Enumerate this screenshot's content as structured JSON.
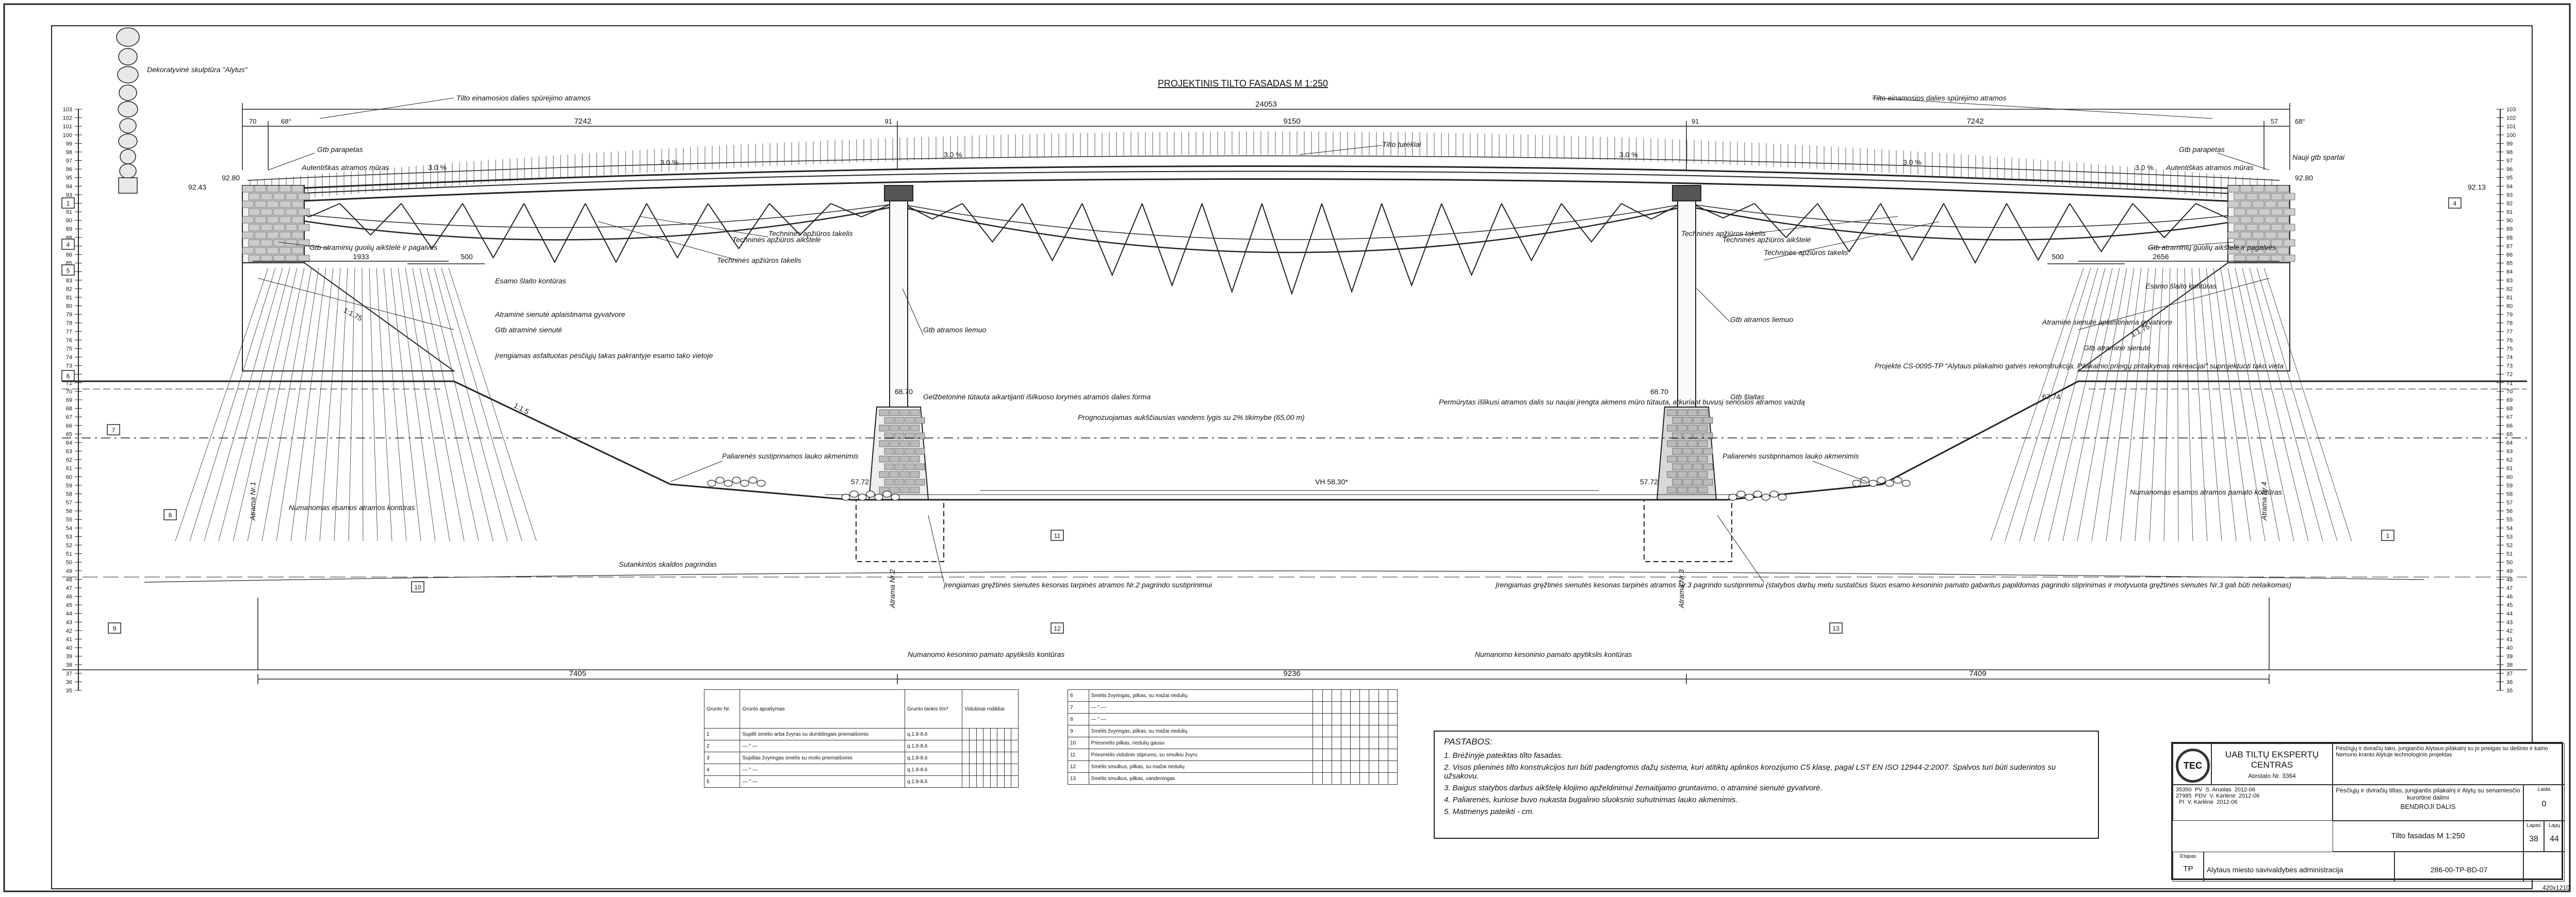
{
  "drawing": {
    "title": "PROJEKTINIS TILTO FASADAS M 1:250",
    "sheet_size": "420x1210",
    "frame_color": "#222222",
    "water_level": "VH 58,30*",
    "flood_note": "Prognozuojamas aukščiausias vandens lygis su 2% tikimybe (65,00 m)"
  },
  "dimensions": {
    "total_span": "24053",
    "span_left": "7242",
    "span_middle": "9150",
    "span_right": "7242",
    "end_left": "70",
    "end_right": "57",
    "angle_left": "68°",
    "angle_right": "68°",
    "bottom_left": "7405",
    "bottom_middle": "9236",
    "bottom_right": "7409",
    "left_dim_a": "1933",
    "left_dim_b": "500",
    "right_dim_a": "500",
    "right_dim_b": "2656",
    "pier_left_num": "91",
    "pier_right_num": "91"
  },
  "levels": {
    "deck_left": "92.80",
    "deck_left_low": "92.43",
    "deck_right": "92.80",
    "deck_right_low": "92.13",
    "pier_left_top": "68.70",
    "pier_right_top": "68.70",
    "ground_left": "57.72",
    "ground_right": "57.72",
    "right_bank": "67.74"
  },
  "slopes": [
    "3.0 %",
    "3.0 %",
    "3.0 %",
    "3.0 %",
    "3.0 %",
    "3.0 %"
  ],
  "bank_slopes": [
    "1:1.75",
    "1:1.5",
    "1:1.75"
  ],
  "scale_left": [
    "103",
    "102",
    "101",
    "100",
    "99",
    "98",
    "97",
    "96",
    "95",
    "94",
    "93",
    "92",
    "91",
    "90",
    "89",
    "88",
    "87",
    "86",
    "85",
    "84",
    "83",
    "82",
    "81",
    "80",
    "79",
    "78",
    "77",
    "76",
    "75",
    "74",
    "73",
    "72",
    "71",
    "70",
    "69",
    "68",
    "67",
    "66",
    "65",
    "64",
    "63",
    "62",
    "61",
    "60",
    "59",
    "58",
    "57",
    "56",
    "55",
    "54",
    "53",
    "52",
    "51",
    "50",
    "49",
    "48",
    "47",
    "46",
    "45",
    "44",
    "43",
    "42",
    "41",
    "40",
    "39",
    "38",
    "37",
    "36",
    "35"
  ],
  "labels": {
    "sculpture": "Dekoratyvinė skulptūra \"Alytus\"",
    "railing_l": "Gtb parapetas",
    "railing_r": "Gtb parapetas",
    "authentic_wall_l": "Autentiškas atramos mūras",
    "authentic_wall_r": "Autentiškas atramos mūras",
    "upper_abutment_l": "Tilto einamosios dalies spūrėjimo atramos",
    "upper_abutment_r": "Tilto einamosios dalies spūrėjimo atramos",
    "deck": "Tilto turėklai",
    "new_railing": "Nauji gtb spartai",
    "bearing_l": "Gtb atraminių guolių aikštelė ir pagalvės",
    "bearing_r": "Gtb atraminių guolių aikštelė ir pagalvės",
    "tech_walk_l1": "Techninės apžiūros aikštelė",
    "tech_walk_l2": "Techninės apžiūros takelis",
    "tech_walk_l3": "Techninės apžiūros takelis",
    "tech_walk_r1": "Techninės apžiūros aikštelė",
    "tech_walk_r2": "Techninės apžiūros takelis",
    "tech_walk_r3": "Techninės apžiūros takelis",
    "embankment_l": "Esamo šlaito kontūras",
    "embankment_r": "Esamo šlaito kontūras",
    "retaining_l": "Atraminė sienutė aplaistinama gyvatvore",
    "retaining_r": "Atraminė sienutė aplaistinama gyvatvore",
    "wall_l": "Gtb atraminė sienutė",
    "wall_r": "Gtb atraminė sienutė",
    "drain_l": "Įrengiamas asfaltuotas pėsčiųjų takas pakrantyje esamo tako vietoje",
    "project_ref": "Projekte CS-0095-TP \"Alytaus pilakalnio gatvės rekonstrukcija. Pilakalnio prieigų pritaikymas rekreacijai\" suprojektuoti tako vieta",
    "pier_column_l": "Gtb atramos liemuo",
    "pier_column_r": "Gtb atramos liemuo",
    "pier_base_l": "Gelžbetoninė tūtauta aikartijanti išilkuoso lorymės atramos dalies forma",
    "pier_base_r": "Gtb šlaitas",
    "pier_note_r": "Permūrytas išlikusi atramos dalis su naujai įrengta akmens mūro tūtauta, atkuriant buvusį senosios atramos vaizdą",
    "stone_l": "Paliarenės sustiprinamos lauko akmenimis",
    "stone_r": "Paliarenės sustiprinamos lauko akmenimis",
    "existing_base_l": "Numanomas esamos atramos kontūras",
    "existing_base_r": "Numanomas esamos atramos pamato kontūras",
    "support_l": "Atrama Nr.1",
    "support_2": "Atrama Nr.2",
    "support_3": "Atrama Nr.3",
    "support_4": "Atrama Nr.4",
    "caisson_l": "Įrengiamas gręžtinės sienutės kesonas tarpinės atramos Nr.2 pagrindo sustiprinimui",
    "caisson_r": "Įrengiamas gręžtinės sienutės kesonas tarpinės atramos Nr.3 pagrindo sustiprinimui (statybos darbų metu sustatčius šiuos esamo kesoninio pamato gabaritus papildomas pagrindo stiprinimas ir motyvuota gręžtinės sienutės Nr.3 gali būti netaikomas)",
    "caisson_contour_l": "Numanomo kesoninio pamato apytikslis kontūras",
    "caisson_contour_r": "Numanomo kesoninio pamato apytikslis kontūras",
    "base_strengthen": "Sutankintos skaldos pagrindas"
  },
  "soil_markers": [
    "1",
    "4",
    "5",
    "6",
    "7",
    "8",
    "9",
    "10",
    "11",
    "12",
    "13"
  ],
  "notes": {
    "header": "PASTABOS:",
    "items": [
      "1. Brėžinyje pateiktas tilto fasadas.",
      "2. Visos plieninės tilto konstrukcijos turi būti padengtomis dažų sistema, kuri atitiktų aplinkos korozijumo C5 klasę, pagal LST EN ISO 12944-2:2007. Spalvos turi būti suderintos su užsakovu.",
      "3. Baigus statybos darbus aikštelę klojimo apželdinimui žemaitijamo gruntavimo, o atraminė sienutė gyvatvorė.",
      "4. Paliarenės, kuriose buvo nukasta bugalinio sluoksnio suhutnimas lauko akmenimis.",
      "5. Matmenys pateikti - cm."
    ]
  },
  "soil_table_left": {
    "headers": [
      "Grunto Nr.",
      "Grunto aprašymas",
      "Grunto tankis t/m³",
      "Vidutiniai rodikliai"
    ],
    "rows": [
      [
        "1",
        "Supilti smėlio arba žvyras su dumblingais priemaišomis",
        "q.1.9-8.6"
      ],
      [
        "2",
        "— \" —",
        "q.1.9-8.6"
      ],
      [
        "3",
        "Supiltas žvyringas smėlis su molio priemaišomis",
        "q.1.9-8.6"
      ],
      [
        "4",
        "— \" —",
        "q.1.9-8.6"
      ],
      [
        "5",
        "— \" —",
        "q.1.9-8.6"
      ]
    ]
  },
  "soil_table_right": {
    "rows": [
      [
        "6",
        "Smėlis žvyringas, pilkas, su mažai riedulių"
      ],
      [
        "7",
        "— \" —"
      ],
      [
        "8",
        "— \" —"
      ],
      [
        "9",
        "Smėlis žvyringas, pilkas, su mažai riedulių"
      ],
      [
        "10",
        "Priesmėlis pilkas, riedulių gausu"
      ],
      [
        "11",
        "Priesmėlis vidutinio stiprumo, su smulkiu žvyru"
      ],
      [
        "12",
        "Smėlis smulkus, pilkas, su mažai riedulių"
      ],
      [
        "13",
        "Smėlis smulkus, pilkas, vandeningas"
      ]
    ]
  },
  "title_block": {
    "company": "UAB TILTŲ EKSPERTŲ CENTRAS",
    "license": "Atestato Nr. 3364",
    "logo": "TEC",
    "description": "Pėsčiųjų ir dviračių tako, jungiančio Alytaus pilakalnį su jo prieigas su dešinio ir kairio Nemuno kranto Alytuje technologinis projektas",
    "project_name": "Pėsčiųjų ir dviračių tiltas, jungiantis pilakalnį ir Alytų su senamiesčio kurortine dalimi",
    "section": "BENDROJI DALIS",
    "sheet_title": "Tilto fasadas M 1:250",
    "stage": "TP",
    "client": "Alytaus miesto savivaldybės administracija",
    "doc_no": "286-00-TP-BD-07",
    "sheet": "38",
    "sheets": "44",
    "rev": "0",
    "stage_label": "Etapas",
    "sheet_label": "Lapas",
    "sheets_label": "Lapų",
    "rev_label": "Laida",
    "staff": [
      {
        "id": "35350",
        "role": "PV",
        "name": "S. Aruolas",
        "date": "2012-06"
      },
      {
        "id": "27985",
        "role": "PDV",
        "name": "V. Karlėnė",
        "date": "2012-06"
      },
      {
        "id": "",
        "role": "PI",
        "name": "V. Karlėnė",
        "date": "2012-06"
      }
    ]
  }
}
